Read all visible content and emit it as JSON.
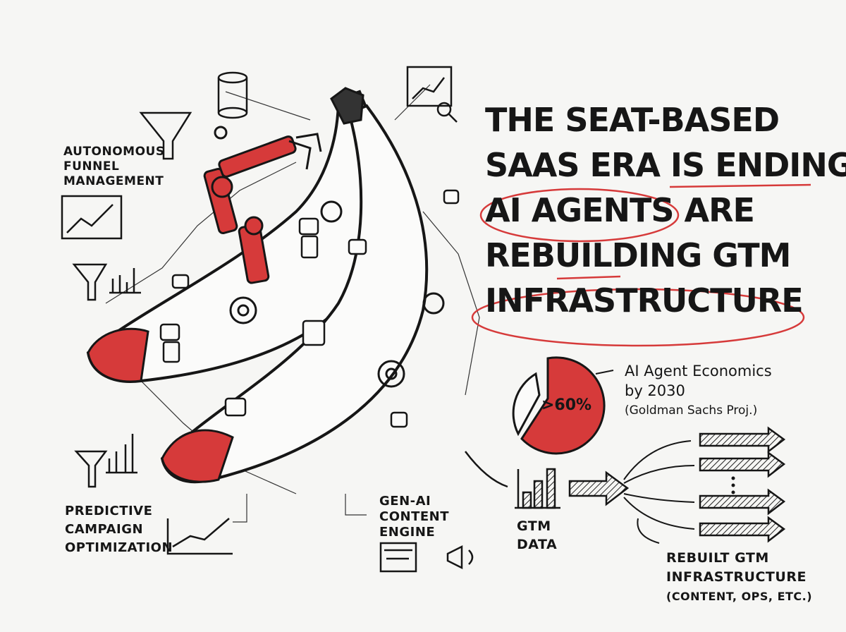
{
  "headline": {
    "line1": "THE SEAT-BASED",
    "line2": "SAAS ERA IS ENDING.",
    "line3": "AI AGENTS ARE",
    "line4": "REBUILDING GTM",
    "line5": "INFRASTRUCTURE"
  },
  "labels": {
    "funnel": [
      "AUTONOMOUS",
      "FUNNEL",
      "MANAGEMENT"
    ],
    "campaign": [
      "PREDICTIVE",
      "CAMPAIGN",
      "OPTIMIZATION"
    ],
    "content": [
      "GEN-AI",
      "CONTENT",
      "ENGINE"
    ],
    "gtm_data": [
      "GTM",
      "DATA"
    ],
    "rebuilt": [
      "REBUILT GTM",
      "INFRASTRUCTURE",
      "(CONTENT, OPS, ETC.)"
    ]
  },
  "pie": {
    "value_label": ">60%",
    "share_percent": 60,
    "title_line1": "AI Agent Economics",
    "title_line2": "by 2030",
    "source": "(Goldman Sachs Proj.)"
  },
  "colors": {
    "accent": "#d63a3a",
    "ink": "#161616",
    "paper": "#f6f6f4"
  }
}
